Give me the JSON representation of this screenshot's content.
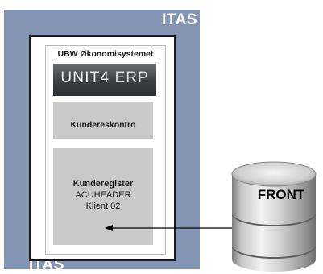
{
  "outer": {
    "label_top": "ITAS",
    "label_bottom": "ITAS"
  },
  "system": {
    "title": "UBW Økonomisystemet",
    "logo": {
      "brand": "UNIT4",
      "suffix": " ERP"
    },
    "modules": [
      {
        "label": "Kundereskontro"
      },
      {
        "title": "Kunderegister",
        "lines": [
          "ACUHEADER",
          "Klient 02"
        ]
      }
    ]
  },
  "database": {
    "label": "FRONT"
  },
  "colors": {
    "outer_fill": "#8495b4",
    "module_fill": "#c9c9c9",
    "banner_fill": "#3a3e42"
  },
  "icons": {
    "database": "database-cylinder-icon",
    "arrow": "left-arrow"
  }
}
